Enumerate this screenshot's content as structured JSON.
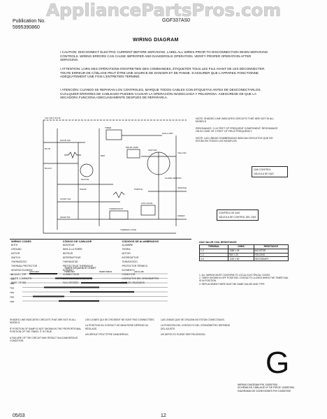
{
  "watermark": "AppliancePartsPros.com",
  "header": {
    "pub_label": "Publication No.",
    "pub_number": "5995390860",
    "model": "GGF337AS0",
    "title": "WIRING DIAGRAM"
  },
  "warnings": [
    "! CAUTION: DISCONNECT ELECTRIC CURRENT BEFORE SERVICING. LABEL ALL WIRES PRIOR TO DISCONNECTION WHEN SERVICING CONTROLS. WIRING ERRORS CAN CAUSE IMPROPER AND DANGEROUS OPERATION. VERIFY PROPER OPERATION AFTER SERVICING.",
    "! ATTENTION: LORS DES OPÉRATIONS D'ENTRETIEN DES COMMANDES, ÉTIQUETER TOUS LES FILS AVANT DE LES DÉCONNECTER. TOUTE ERREUR DE CÂBLAGE PEUT ÊTRE UNE SOURCE DE DANGER ET DE PANNE. S'ASSURER QUE L'APPAREIL FONCTIONNE ADÉQUATEMENT UNE FOIS L'ENTRETIEN TERMINÉ.",
    "! ATENCIÓN: CUANDO SE REPARAN LOS CONTROLES, MARQUE TODOS CABLES CON ETIQUETAS ANTES DE DESCONECTARLOS. CUALQUIER ERRORES DE CABLEADO PUEDEN CAUSAR LA OPERACIÓN INADECUADA Y PELIGROSA. ASEGÚRESE DE QUE LA SECADORA FUNCIONA ADECUADAMENTE DESPUÉS DE REPARARLA."
  ],
  "diagram": {
    "supply_label": "120 VOLT 60 HZ",
    "labels": [
      "TIMER",
      "MOTOR",
      "DOOR SW",
      "DRUM LAMP",
      "HIGH LIMIT",
      "IGNITOR",
      "FLAME SENSOR",
      "GAS VALVE",
      "THERMOSTAT",
      "START SW",
      "IDLER SW",
      "THERMAL FUSE",
      "BLUE",
      "BLACK",
      "WHITE",
      "RED",
      "YELLOW",
      "ORANGE",
      "PURPLE",
      "GREEN"
    ]
  },
  "side_notes": [
    "NOTE: SHADED LINE INDICATES CIRCUITS THAT ARE NOT IN ALL MODELS",
    "RESONANCE: 3-10 FEET OF FREQUENT COMPONENT. RESONANCE ON IN CASE OF 3 FEET OF FIELD FREQUENCY.",
    "NOTE: LAS LÍNEAS SOMBREADAS INDICAN CIRCUITOS QUE NO ESTÁN EN TODOS LOS MODELOS"
  ],
  "side_box_labels": [
    "GAS CONTROL",
    "VÁLVULA DE GAS",
    "CONTROL DE GAS",
    "VÁLVULA DE CONTROL DEL GAS"
  ],
  "legend": {
    "headers": [
      "WIRING CODES",
      "CÓDIGO DE CABLAGE",
      "CÓDIGOS DE ALAMBRADOS"
    ],
    "rows": [
      [
        "BOTH",
        "MONTEUR",
        "ALAMBRE"
      ],
      [
        "GROUND",
        "MISE À LA TERRE",
        "TIERRA"
      ],
      [
        "MOTOR",
        "MOTEUR",
        "MOTOR"
      ],
      [
        "SWITCH",
        "INTERRUPTEUR",
        "INTERRUPTOR"
      ],
      [
        "THERMOSTAT",
        "THERMOSTAT",
        "TERMOSTATO"
      ],
      [
        "THERMAL PROTECTOR",
        "PROTECTEUR THERMIQUE",
        "PROTECTOR TÉRMICO"
      ],
      [
        "HEATING ELEMENT",
        "ÉLÉMENT",
        "ELEMENTO"
      ],
      [
        "CONNECTOR",
        "CONNECTEUR",
        "CONECTOR"
      ],
      [
        "TIMER CONTACTS",
        "CONTACTS DE MINUTERIE",
        "CONTACTOS DEL CRONÓMETRO"
      ],
      [
        "WIRE CROSS",
        "FILS CROISÉS",
        "CABLES CRUZADOS"
      ]
    ]
  },
  "spec_table": {
    "title": "GAS VALVE COIL RESISTANCE",
    "headers": [
      "TERMINAL",
      "OHMS",
      "RESISTANCE"
    ],
    "rows": [
      [
        "1-2",
        "1365 ± 25",
        "BOOSTER"
      ],
      [
        "1-3",
        "560 ± 25",
        "HOLDING"
      ],
      [
        "4-5",
        "1220 ± 50",
        "SECONDARY"
      ]
    ]
  },
  "spec_notes": [
    "1. ALL WIRING MUST CONFORM TO LOCAL ELECTRICAL CODES.",
    "2. TIMER SHOWN IN OFF POSITION. CONTACTS CLOSED WHEN THE TIMER DIAL IS IN POSITION.",
    "3. REPLACEMENT WIRE MUST BE SAME GAUGE AND TYPE."
  ],
  "timer_chart": {
    "title": "TIMER SEQUENCE CHART",
    "rows": [
      "TM",
      "TM1",
      "TM2",
      "TM3",
      "TM4",
      "TM5",
      "TM6"
    ],
    "columns": [
      "AUTO DRY",
      "TIMED DRY",
      "PERM PRESS",
      "AIR FLUFF"
    ]
  },
  "bottom_notes": [
    [
      "SHADED LINE INDICATES CIRCUITS THAT ARE NOT IN ALL MODELS.",
      "IF POSITION OF DAMP IS NOT SHOWN IN THE PROPORTIONAL POSITION OF THE TIMER, IT IS TRUE.",
      "A FAILURE OF THE CIRCUIT MAY RESULT IN A DANGEROUS CONDITION."
    ],
    [
      "LES LIGNES QUI SE CROISENT NE SONT PAS CONNECTÉES.",
      "LA POSITION DU CONTACT DE MINUTERIE DÉPEND DU RÉGLAGE.",
      "UN DÉFAUT PEUT ÊTRE DANGEREUX."
    ],
    [
      "LAS LÍNEAS QUE SE CRUZAN NO ESTÁN CONECTADAS.",
      "LA POSICIÓN DEL CONTACTO DEL CRONÓMETRO DEPENDE DEL AJUSTE.",
      "UN DEFECTO PUEDE SER PELIGROSO."
    ]
  ],
  "big_letter": "G",
  "diagram_number": [
    "WIRING DIAGRAM P/N 134557000",
    "SCHÉMA DE CÂBLAGE N° DE PIÈCE 134557000",
    "DIAGRAMA DE CONEXIONES P/N 134557000"
  ],
  "footer": {
    "date": "05/03",
    "page": "12"
  }
}
